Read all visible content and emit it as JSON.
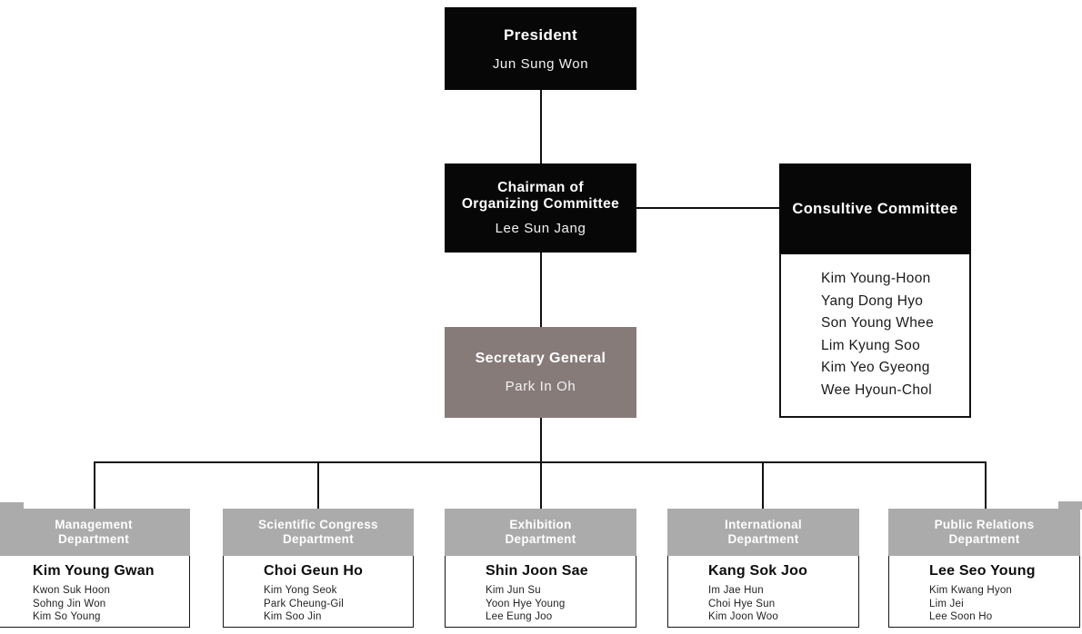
{
  "colors": {
    "box_dark": "#070707",
    "secretary_box": "#877b7a",
    "department_header": "#ababab",
    "connector_line": "#101010",
    "text_on_dark": "#ffffff",
    "text_on_light": "#1a1a1a"
  },
  "president": {
    "title": "President",
    "name": "Jun Sung Won"
  },
  "chairman": {
    "title_line1": "Chairman of",
    "title_line2": "Organizing Committee",
    "name": "Lee Sun Jang"
  },
  "consultive": {
    "title": "Consultive Committee",
    "members": [
      "Kim Young-Hoon",
      "Yang Dong Hyo",
      "Son Young Whee",
      "Lim Kyung Soo",
      "Kim Yeo Gyeong",
      "Wee Hyoun-Chol"
    ]
  },
  "secretary": {
    "title": "Secretary General",
    "name": "Park In Oh"
  },
  "departments": [
    {
      "title_line1": "Management",
      "title_line2": "Department",
      "lead": "Kim Young Gwan",
      "members": [
        "Kwon Suk Hoon",
        "Sohng Jin Won",
        "Kim So Young"
      ]
    },
    {
      "title_line1": "Scientific Congress",
      "title_line2": "Department",
      "lead": "Choi Geun Ho",
      "members": [
        "Kim Yong Seok",
        "Park Cheung-Gil",
        "Kim Soo Jin"
      ]
    },
    {
      "title_line1": "Exhibition",
      "title_line2": "Department",
      "lead": "Shin Joon Sae",
      "members": [
        "Kim Jun Su",
        "Yoon Hye Young",
        "Lee Eung Joo"
      ]
    },
    {
      "title_line1": "International",
      "title_line2": "Department",
      "lead": "Kang Sok Joo",
      "members": [
        "Im Jae Hun",
        "Choi Hye Sun",
        "Kim Joon Woo"
      ]
    },
    {
      "title_line1": "Public Relations",
      "title_line2": "Department",
      "lead": "Lee Seo Young",
      "members": [
        "Kim Kwang Hyon",
        "Lim Jei",
        "Lee Soon Ho"
      ]
    }
  ]
}
